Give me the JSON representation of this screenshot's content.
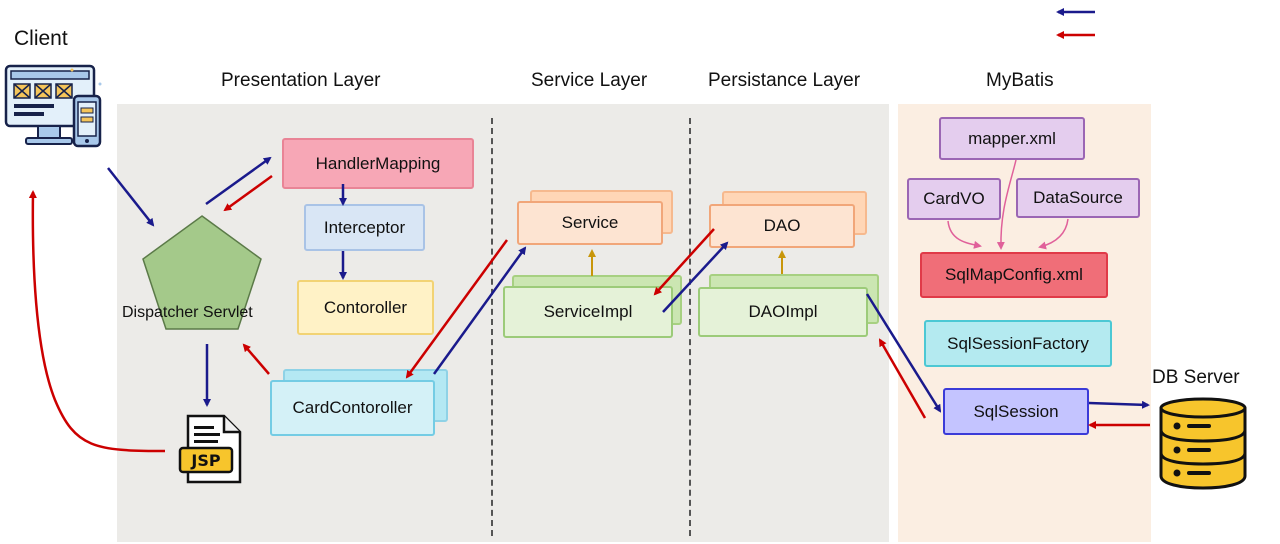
{
  "headings": {
    "client": "Client",
    "presentation": "Presentation Layer",
    "service": "Service Layer",
    "persistence": "Persistance Layer",
    "mybatis": "MyBatis",
    "db_server": "DB Server"
  },
  "presentation": {
    "handler_mapping": "HandlerMapping",
    "interceptor": "Interceptor",
    "controller": "Contoroller",
    "dispatcher_servlet": "Dispatcher Servlet",
    "card_controller": "CardContoroller",
    "jsp_label": "JSP"
  },
  "service": {
    "service": "Service",
    "service_impl": "ServiceImpl"
  },
  "persistence": {
    "dao": "DAO",
    "dao_impl": "DAOImpl"
  },
  "mybatis": {
    "mapper_xml": "mapper.xml",
    "card_vo": "CardVO",
    "data_source": "DataSource",
    "sql_map_config": "SqlMapConfig.xml",
    "sql_session_factory": "SqlSessionFactory",
    "sql_session": "SqlSession"
  },
  "colors": {
    "request_arrow": "#1a1a8c",
    "response_arrow": "#cc0000",
    "internal_arrow": "#c8960a",
    "config_arrow": "#e0609a",
    "panel_gray": "#ecebe8",
    "panel_peach": "#fbeee2"
  },
  "icons": [
    "monitor-icon",
    "pentagon-shape",
    "jsp-file-icon",
    "database-icon"
  ]
}
